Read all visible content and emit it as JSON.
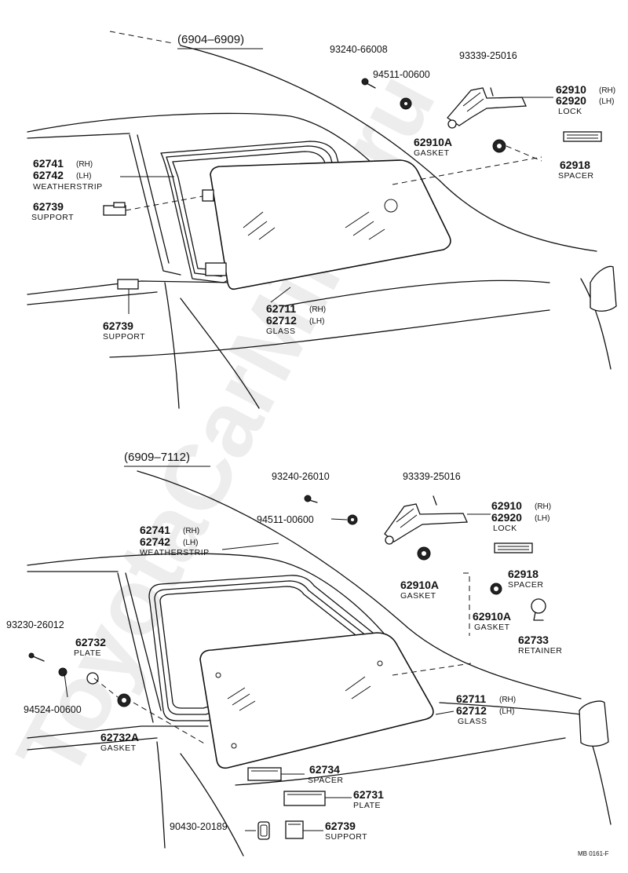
{
  "watermark": "ToyotaCarMine.ru",
  "diagram_code": "MB 0161-F",
  "sections": [
    {
      "range": "(6904–6909)",
      "labels": {
        "bolt_a": "93240-66008",
        "nut_a": "94511-00600",
        "screw_a": "93339-25016",
        "lock_rh": "62910",
        "lock_rh_sfx": "(RH)",
        "lock_lh": "62920",
        "lock_lh_sfx": "(LH)",
        "lock_name": "LOCK",
        "gasket_num": "62910A",
        "gasket_name": "GASKET",
        "spacer_num": "62918",
        "spacer_name": "SPACER",
        "ws_rh": "62741",
        "ws_rh_sfx": "(RH)",
        "ws_lh": "62742",
        "ws_lh_sfx": "(LH)",
        "ws_name": "WEATHERSTRIP",
        "support_a_num": "62739",
        "support_a_name": "SUPPORT",
        "support_b_num": "62739",
        "support_b_name": "SUPPORT",
        "glass_rh": "62711",
        "glass_rh_sfx": "(RH)",
        "glass_lh": "62712",
        "glass_lh_sfx": "(LH)",
        "glass_name": "GLASS"
      }
    },
    {
      "range": "(6909–7112)",
      "labels": {
        "bolt_a": "93240-26010",
        "nut_a": "94511-00600",
        "screw_a": "93339-25016",
        "lock_rh": "62910",
        "lock_rh_sfx": "(RH)",
        "lock_lh": "62920",
        "lock_lh_sfx": "(LH)",
        "lock_name": "LOCK",
        "spacer_num": "62918",
        "spacer_name": "SPACER",
        "gasket_a_num": "62910A",
        "gasket_a_name": "GASKET",
        "gasket_b_num": "62910A",
        "gasket_b_name": "GASKET",
        "retainer_num": "62733",
        "retainer_name": "RETAINER",
        "ws_rh": "62741",
        "ws_rh_sfx": "(RH)",
        "ws_lh": "62742",
        "ws_lh_sfx": "(LH)",
        "ws_name": "WEATHERSTRIP",
        "screw_b": "93230-26012",
        "plate_a_num": "62732",
        "plate_a_name": "PLATE",
        "nut_b": "94524-00600",
        "gasket_c_num": "62732A",
        "gasket_c_name": "GASKET",
        "glass_rh": "62711",
        "glass_rh_sfx": "(RH)",
        "glass_lh": "62712",
        "glass_lh_sfx": "(LH)",
        "glass_name": "GLASS",
        "spacer_b_num": "62734",
        "spacer_b_name": "SPACER",
        "plate_b_num": "62731",
        "plate_b_name": "PLATE",
        "grommet": "90430-20189",
        "support_num": "62739",
        "support_name": "SUPPORT"
      }
    }
  ]
}
